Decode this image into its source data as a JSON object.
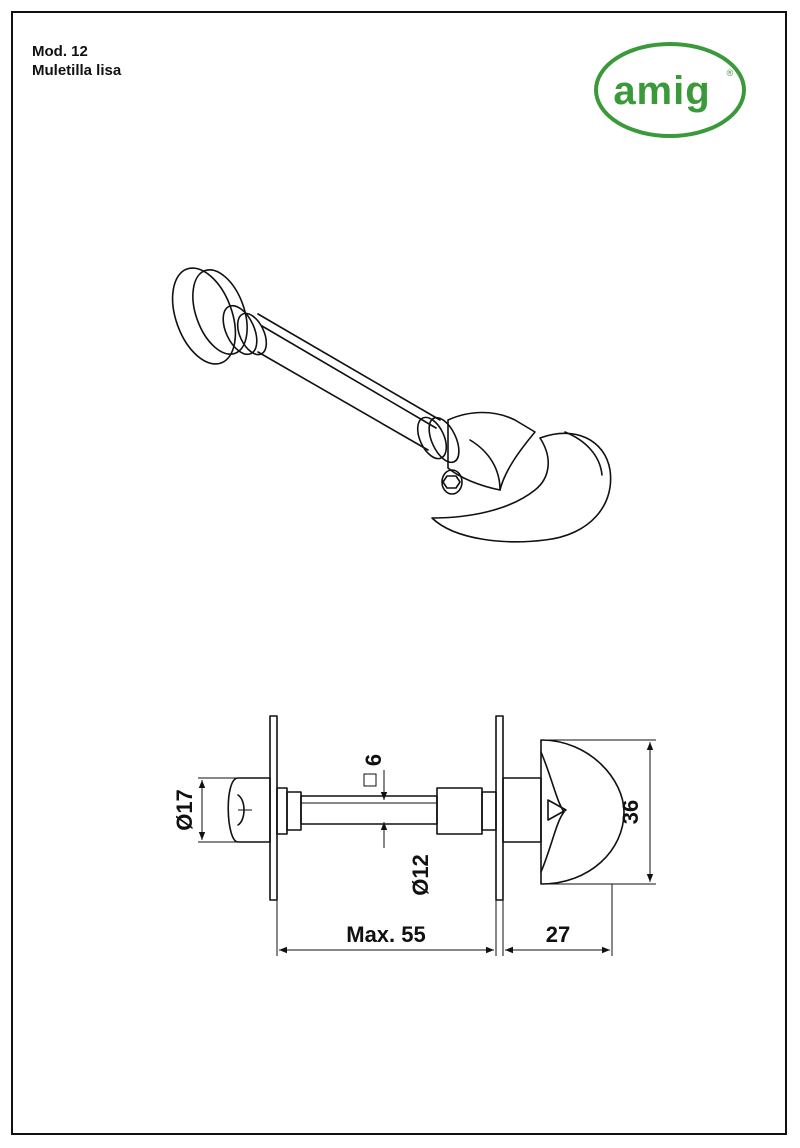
{
  "header": {
    "model": "Mod. 12",
    "name": "Muletilla lisa"
  },
  "logo": {
    "text": "amig",
    "registered": "®",
    "color": "#3a9a3a"
  },
  "dimensions": {
    "d17": "Ø17",
    "sq6": "6",
    "d12": "Ø12",
    "max55": "Max. 55",
    "d27": "27",
    "d36": "36"
  }
}
